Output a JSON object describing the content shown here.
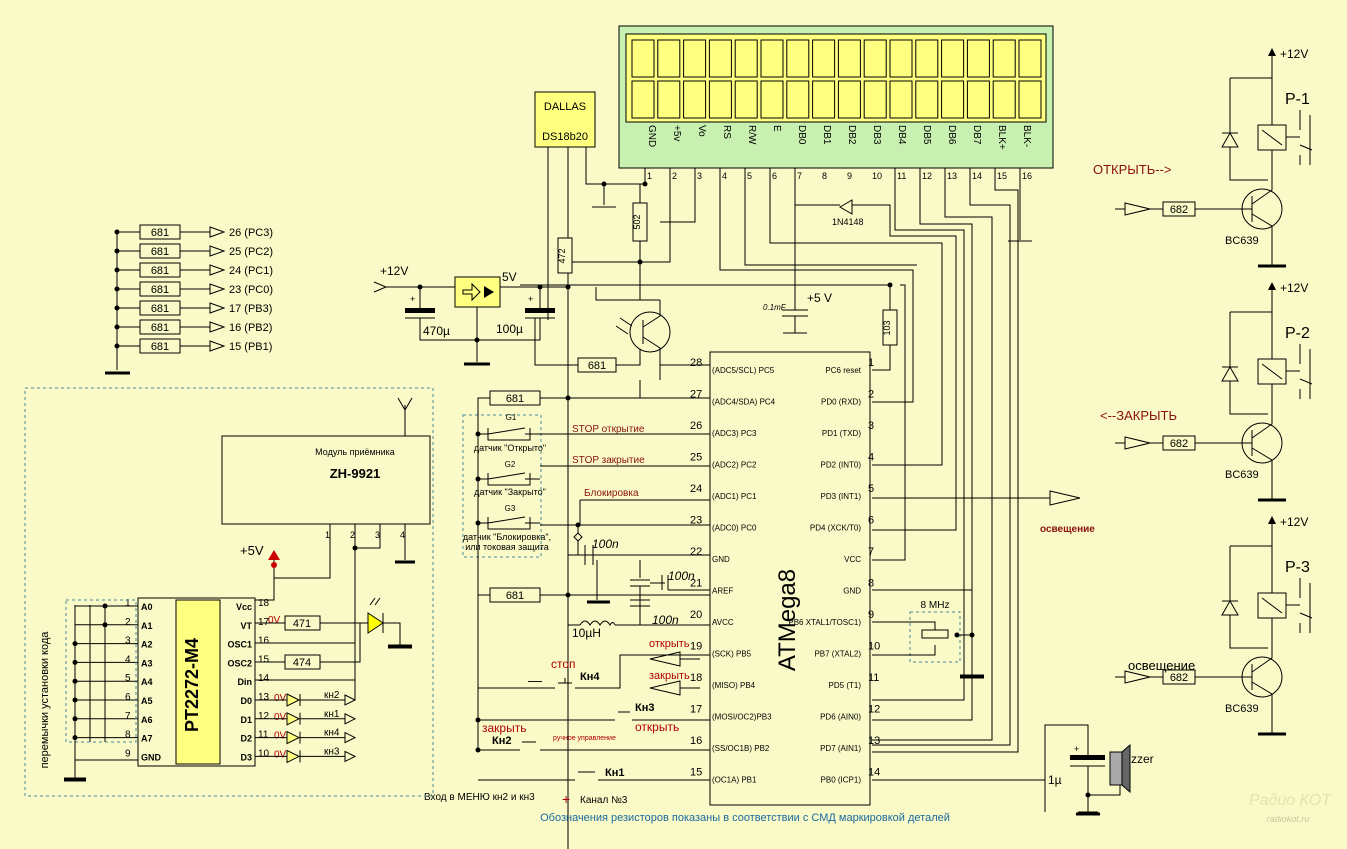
{
  "lcd": {
    "pins": [
      {
        "name": "GND",
        "num": "1"
      },
      {
        "name": "+5v",
        "num": "2"
      },
      {
        "name": "Vo",
        "num": "3"
      },
      {
        "name": "RS",
        "num": "4"
      },
      {
        "name": "R/W",
        "num": "5"
      },
      {
        "name": "E",
        "num": "6"
      },
      {
        "name": "DB0",
        "num": "7"
      },
      {
        "name": "DB1",
        "num": "8"
      },
      {
        "name": "DB2",
        "num": "9"
      },
      {
        "name": "DB3",
        "num": "10"
      },
      {
        "name": "DB4",
        "num": "11"
      },
      {
        "name": "DB5",
        "num": "12"
      },
      {
        "name": "DB6",
        "num": "13"
      },
      {
        "name": "DB7",
        "num": "14"
      },
      {
        "name": "BLK+",
        "num": "15"
      },
      {
        "name": "BLK-",
        "num": "16"
      }
    ]
  },
  "sensor": {
    "line1": "DALLAS",
    "line2": "DS18b20"
  },
  "resistors": {
    "r502": "502",
    "r472": "472",
    "r103": "103",
    "r681": "681",
    "r471": "471",
    "r474": "474",
    "r682": "682"
  },
  "pullups": [
    {
      "value": "681",
      "label": "26 (PC3)"
    },
    {
      "value": "681",
      "label": "25 (PC2)"
    },
    {
      "value": "681",
      "label": "24 (PC1)"
    },
    {
      "value": "681",
      "label": "23 (PC0)"
    },
    {
      "value": "681",
      "label": "17 (PB3)"
    },
    {
      "value": "681",
      "label": "16 (PB2)"
    },
    {
      "value": "681",
      "label": "15 (PB1)"
    }
  ],
  "power": {
    "in": "+12V",
    "out": "5V",
    "c1": "470µ",
    "c2": "100µ",
    "vcc": "+5 V",
    "c_small": "0.1mF",
    "plus5": "+5V",
    "plus12": "+12V",
    "c100n": "100n",
    "choke": "10µH",
    "xtal": "8 MHz",
    "c1u": "1µ",
    "buzzer": "zzer"
  },
  "diode": "1N4148",
  "mcu": {
    "name": "ATMega8",
    "left": [
      {
        "num": "28",
        "name": "(ADC5/SCL) PC5"
      },
      {
        "num": "27",
        "name": "(ADC4/SDA) PC4"
      },
      {
        "num": "26",
        "name": "(ADC3) PC3"
      },
      {
        "num": "25",
        "name": "(ADC2) PC2"
      },
      {
        "num": "24",
        "name": "(ADC1) PC1"
      },
      {
        "num": "23",
        "name": "(ADC0) PC0"
      },
      {
        "num": "22",
        "name": "GND"
      },
      {
        "num": "21",
        "name": "AREF"
      },
      {
        "num": "20",
        "name": "AVCC"
      },
      {
        "num": "19",
        "name": "(SCK) PB5"
      },
      {
        "num": "18",
        "name": "(MISO) PB4"
      },
      {
        "num": "17",
        "name": "(MOSI/OC2)PB3"
      },
      {
        "num": "16",
        "name": "(SS/OC1B) PB2"
      },
      {
        "num": "15",
        "name": "(OC1A) PB1"
      }
    ],
    "right": [
      {
        "num": "1",
        "name": "PC6 reset"
      },
      {
        "num": "2",
        "name": "PD0 (RXD)"
      },
      {
        "num": "3",
        "name": "PD1 (TXD)"
      },
      {
        "num": "4",
        "name": "PD2 (INT0)"
      },
      {
        "num": "5",
        "name": "PD3 (INT1)"
      },
      {
        "num": "6",
        "name": "PD4 (XCK/T0)"
      },
      {
        "num": "7",
        "name": "VCC"
      },
      {
        "num": "8",
        "name": "GND"
      },
      {
        "num": "9",
        "name": "PB6 XTAL1/TOSC1)"
      },
      {
        "num": "10",
        "name": "PB7 (XTAL2)"
      },
      {
        "num": "11",
        "name": "PD5  (T1)"
      },
      {
        "num": "12",
        "name": "PD6 (AIN0)"
      },
      {
        "num": "13",
        "name": "PD7 (AIN1)"
      },
      {
        "num": "14",
        "name": "PB0 (ICP1)"
      }
    ]
  },
  "sensors_block": {
    "g1": "G1",
    "g2": "G2",
    "g3": "G3",
    "s1": "датчик \"Открыто\"",
    "s2": "датчик \"Закрыто\"",
    "s3a": "датчик \"Блокировка\",",
    "s3b": "или токовая защита",
    "stop_open": "STOP открытие",
    "stop_close": "STOP закрытие",
    "block": "Блокировка"
  },
  "buttons": {
    "stop": "стоп",
    "kn4": "Кн4",
    "kn3": "Кн3",
    "open": "открыть",
    "close": "закрыть",
    "kn2": "Кн2",
    "manual": "ручное управление",
    "kn1": "Кн1",
    "out_open": "открыть",
    "out_close": "закрыть",
    "menu": "Вход в МЕНЮ кн2 и кн3",
    "channel": "Канал №3"
  },
  "receiver": {
    "title": "Модуль приёмника",
    "model": "ZH-9921",
    "pins": [
      "1",
      "2",
      "3",
      "4"
    ]
  },
  "encoder": {
    "name": "PT2272-M4",
    "left": [
      {
        "num": "1",
        "name": "A0"
      },
      {
        "num": "2",
        "name": "A1"
      },
      {
        "num": "3",
        "name": "A2"
      },
      {
        "num": "4",
        "name": "A3"
      },
      {
        "num": "5",
        "name": "A4"
      },
      {
        "num": "6",
        "name": "A5"
      },
      {
        "num": "7",
        "name": "A6"
      },
      {
        "num": "8",
        "name": "A7"
      },
      {
        "num": "9",
        "name": "GND"
      }
    ],
    "right": [
      {
        "num": "18",
        "name": "Vcc"
      },
      {
        "num": "17",
        "name": "VT"
      },
      {
        "num": "16",
        "name": "OSC1"
      },
      {
        "num": "15",
        "name": "OSC2"
      },
      {
        "num": "14",
        "name": "Din"
      },
      {
        "num": "13",
        "name": "D0"
      },
      {
        "num": "12",
        "name": "D1"
      },
      {
        "num": "11",
        "name": "D2"
      },
      {
        "num": "10",
        "name": "D3"
      }
    ],
    "ov": "0V",
    "outs": [
      "кн2",
      "кн1",
      "кн4",
      "кн3"
    ],
    "jumpers": "перемычки установки кода"
  },
  "relays": [
    {
      "name": "P-1",
      "label": "ОТКРЫТЬ-->",
      "transistor": "BC639",
      "r": "682",
      "v": "+12V"
    },
    {
      "name": "P-2",
      "label": "<--ЗАКРЫТЬ",
      "transistor": "BC639",
      "r": "682",
      "v": "+12V"
    },
    {
      "name": "P-3",
      "label": "освещение",
      "transistor": "BC639",
      "r": "682",
      "v": "+12V"
    }
  ],
  "light_out": "освещение",
  "footer": "Обозначения резисторов показаны в соответствии с СМД маркировкой деталей",
  "watermark1": "Радио КОТ",
  "watermark2": "radiokot.ru"
}
